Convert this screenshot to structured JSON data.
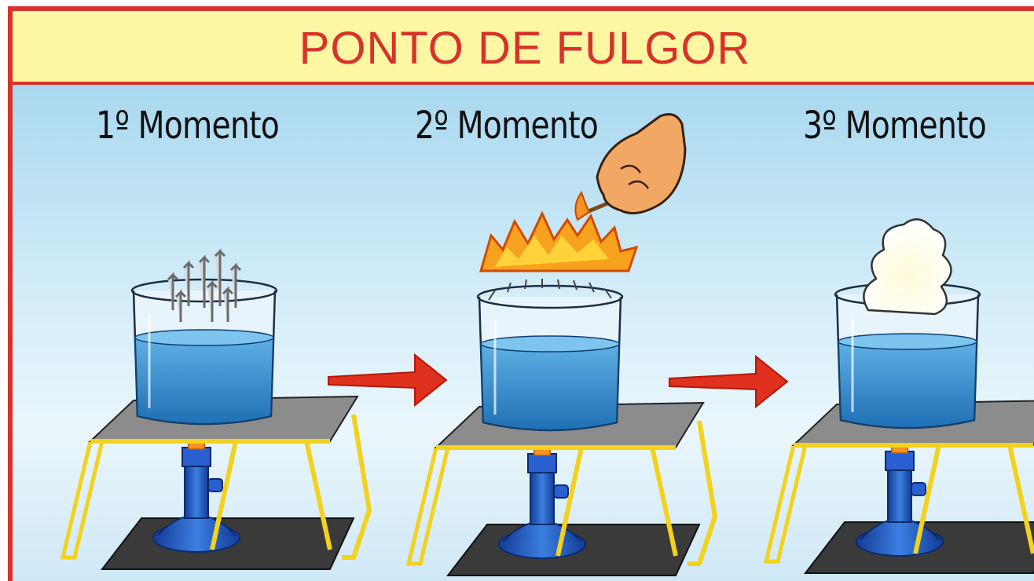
{
  "title": "PONTO DE FULGOR",
  "stages": [
    {
      "label": "1º Momento",
      "icon": "beaker-vapor-icon"
    },
    {
      "label": "2º Momento",
      "icon": "beaker-flash-flame-icon"
    },
    {
      "label": "3º Momento",
      "icon": "beaker-smoke-icon"
    }
  ],
  "colors": {
    "border": "#d8322a",
    "title_bg": "#fdf6a3",
    "arrow": "#e0301e",
    "liquid": "#2f86c9",
    "burner": "#1f4fb3",
    "stand": "#f2d21c",
    "flame": "#f7931e"
  }
}
